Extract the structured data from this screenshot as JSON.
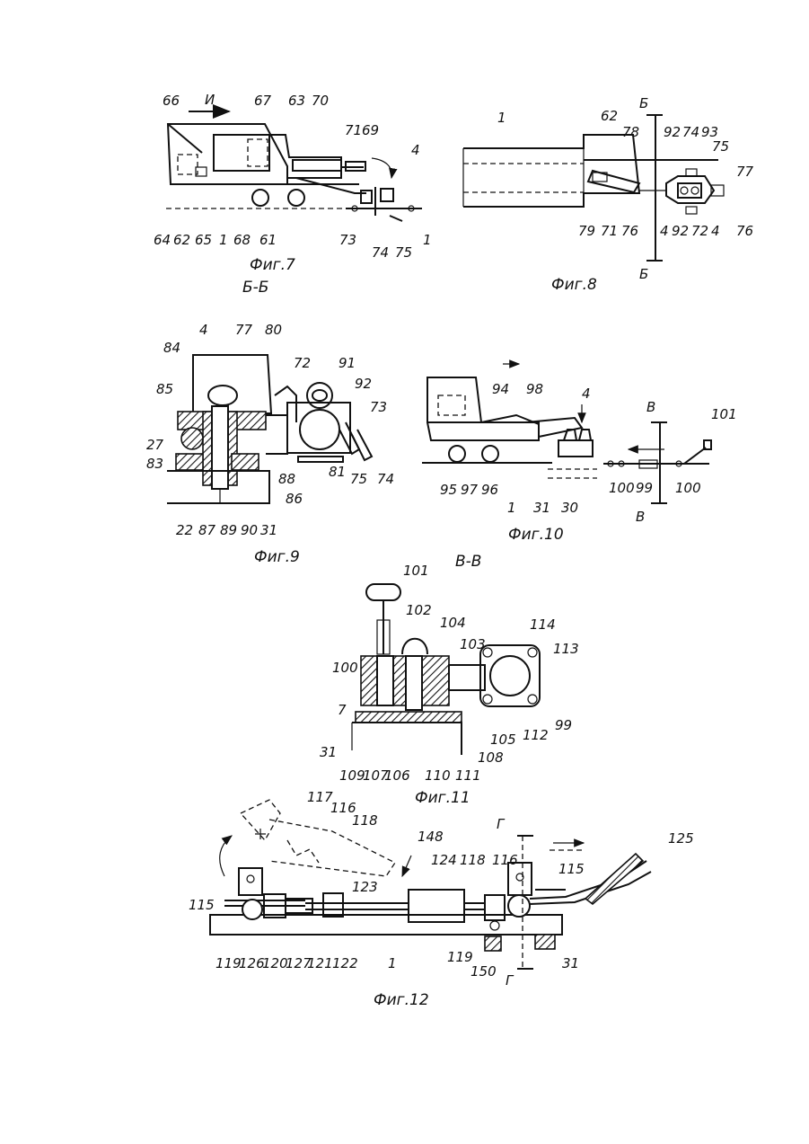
{
  "fig7": {
    "caption": "Фиг.7",
    "arrow_label": "И",
    "labels": [
      "66",
      "67",
      "63",
      "70",
      "71",
      "69",
      "4",
      "64",
      "62",
      "65",
      "1",
      "68",
      "61",
      "73",
      "74",
      "75",
      "1"
    ]
  },
  "fig8": {
    "caption": "Фиг.8",
    "section_mark": "Б",
    "labels": [
      "1",
      "62",
      "78",
      "92",
      "74",
      "93",
      "75",
      "77",
      "79",
      "71",
      "76",
      "4",
      "92",
      "72",
      "4",
      "76"
    ]
  },
  "fig9": {
    "caption": "Фиг.9",
    "section_title": "Б-Б",
    "labels": [
      "4",
      "84",
      "77",
      "80",
      "72",
      "91",
      "92",
      "73",
      "85",
      "27",
      "83",
      "74",
      "75",
      "81",
      "88",
      "86",
      "22",
      "87",
      "89",
      "90",
      "31"
    ]
  },
  "fig10": {
    "caption": "Фиг.10",
    "section_mark": "В",
    "labels": [
      "94",
      "98",
      "4",
      "101",
      "95",
      "97",
      "96",
      "1",
      "31",
      "30",
      "100",
      "99",
      "100"
    ]
  },
  "fig11": {
    "caption": "Фиг.11",
    "section_title": "В-В",
    "labels": [
      "101",
      "102",
      "104",
      "103",
      "114",
      "113",
      "100",
      "7",
      "105",
      "112",
      "99",
      "31",
      "109",
      "107",
      "106",
      "110",
      "111",
      "108"
    ]
  },
  "fig12": {
    "caption": "Фиг.12",
    "section_mark": "Г",
    "labels": [
      "117",
      "116",
      "118",
      "148",
      "124",
      "118",
      "116",
      "125",
      "115",
      "123",
      "115",
      "119",
      "126",
      "120",
      "127",
      "121",
      "122",
      "1",
      "119",
      "150",
      "31"
    ]
  }
}
